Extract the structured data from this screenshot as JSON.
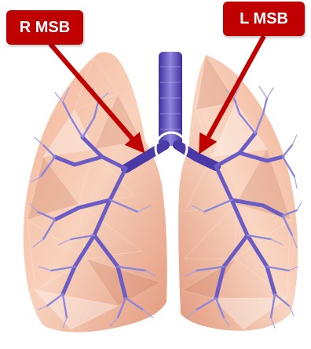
{
  "labels": {
    "right_msb": "R MSB",
    "left_msb": "L MSB"
  },
  "colors": {
    "label_bg": "#c00000",
    "label_text": "#ffffff",
    "arrow": "#c00000",
    "lung_light": "#f6c8ae",
    "lung_mid": "#eea98c",
    "lung_dark": "#d98a70",
    "airway_light": "#8e86d8",
    "airway_dark": "#4a3aa8",
    "carina_circle": "#ffffff"
  },
  "icons": {
    "lungs": "lungs-illustration",
    "carina_marker": "circle-marker"
  }
}
